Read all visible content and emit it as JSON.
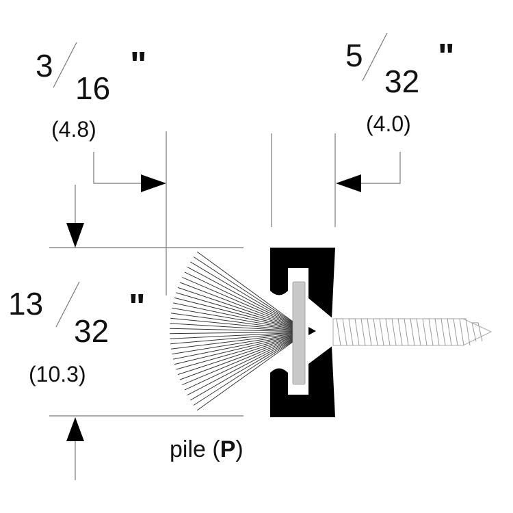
{
  "dimensions": {
    "width": {
      "numerator": "3",
      "denominator": "16",
      "unit": "\"",
      "metric": "(4.8)"
    },
    "flange": {
      "numerator": "5",
      "denominator": "32",
      "unit": "\"",
      "metric": "(4.0)"
    },
    "height": {
      "numerator": "13",
      "denominator": "32",
      "unit": "\"",
      "metric": "(10.3)"
    }
  },
  "label": {
    "pile": "pile (",
    "code": "P",
    "close": ")"
  },
  "colors": {
    "profile": "#000000",
    "insert": "#c8c8c8",
    "line": "#888888"
  }
}
